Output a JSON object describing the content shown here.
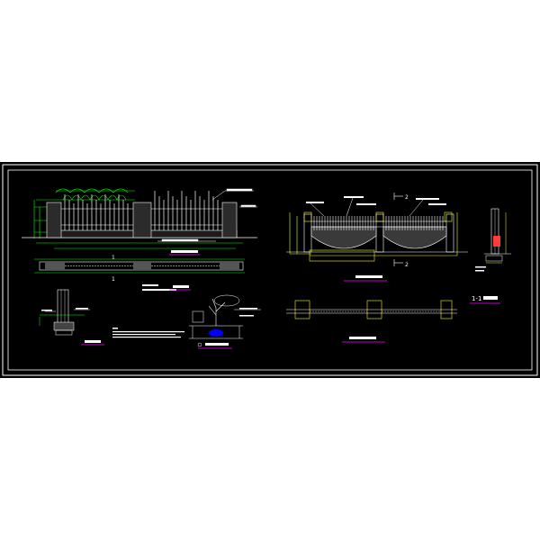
{
  "drawing": {
    "background": "#ffffff",
    "sheet_color": "#000000",
    "frame_color": "#ffffff",
    "labels": {
      "section_1_1": "1-1",
      "mark_1_top": "1",
      "mark_1_bottom": "1",
      "mark_2_top": "2",
      "mark_2_bottom": "2"
    },
    "colors": {
      "white": "#ffffff",
      "green": "#00ff00",
      "yellow": "#ffff00",
      "magenta": "#ff00ff",
      "cyan": "#00ffff",
      "blue": "#0000ff",
      "gray": "#9a9a9a",
      "red": "#ff3b3b"
    }
  }
}
